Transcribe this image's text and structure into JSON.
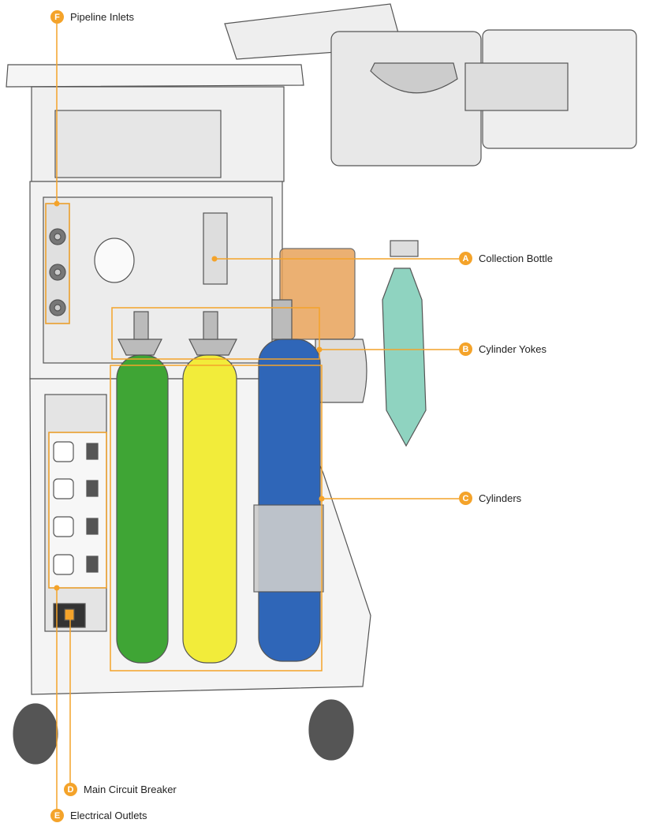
{
  "colors": {
    "accent": "#F4A32A",
    "green_cylinder": "#3FA535",
    "yellow_cylinder": "#F2EC3A",
    "blue_cylinder": "#2F66B8",
    "bag": "#8FD3C0",
    "bottle": "#E8A35A"
  },
  "callouts": [
    {
      "letter": "A",
      "label": "Collection Bottle"
    },
    {
      "letter": "B",
      "label": "Cylinder Yokes"
    },
    {
      "letter": "C",
      "label": "Cylinders"
    },
    {
      "letter": "D",
      "label": "Main Circuit Breaker"
    },
    {
      "letter": "E",
      "label": "Electrical Outlets"
    },
    {
      "letter": "F",
      "label": "Pipeline Inlets"
    }
  ]
}
